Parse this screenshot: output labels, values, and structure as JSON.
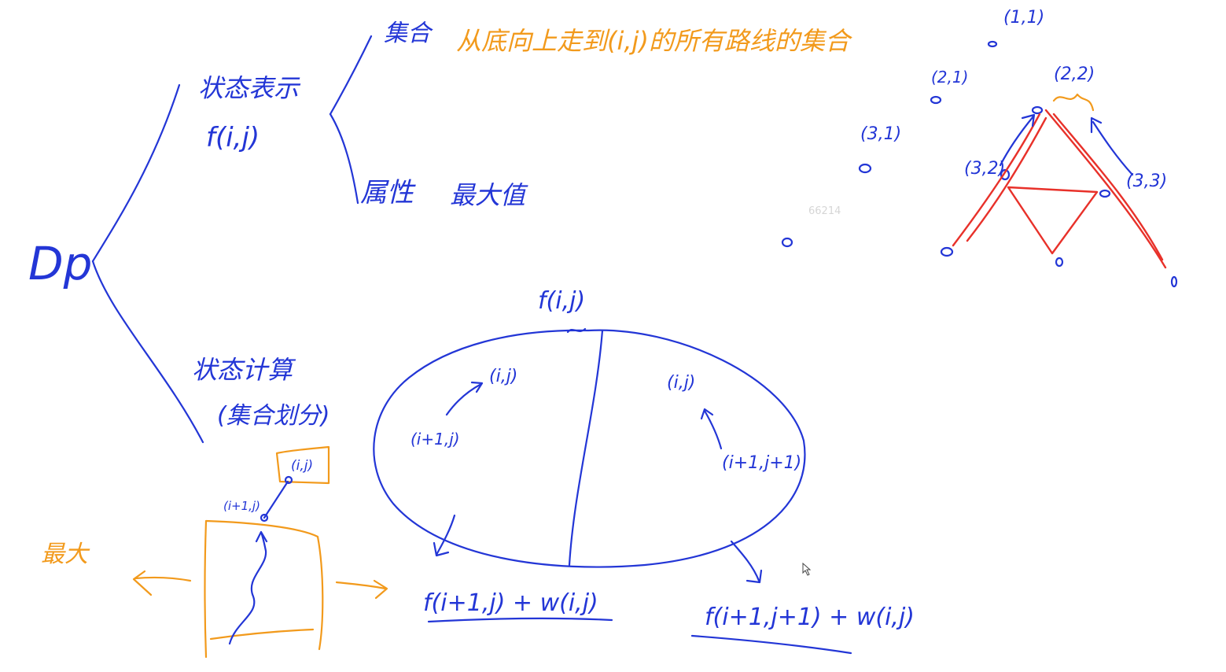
{
  "tree": {
    "root": "Dp",
    "state_repr": {
      "heading": "状态表示",
      "func": "f(i,j)",
      "set_label": "集合",
      "set_desc": "从底向上走到(i,j)的所有路线的集合",
      "attr_label": "属性",
      "attr_desc": "最大值"
    },
    "state_calc": {
      "heading": "状态计算",
      "sub": "(集合划分)"
    }
  },
  "oval": {
    "top_label": "f(i,j)",
    "left_from": "(i+1,j)",
    "left_to": "(i,j)",
    "right_from": "(i+1,j+1)",
    "right_to": "(i,j)",
    "left_formula": "f(i+1,j) + w(i,j)",
    "right_formula": "f(i+1,j+1) + w(i,j)"
  },
  "sketch": {
    "max_label": "最大",
    "top_node": "(i,j)",
    "lower_node": "(i+1,j)"
  },
  "triangle": {
    "nodes": [
      "(1,1)",
      "(2,1)",
      "(2,2)",
      "(3,1)",
      "(3,2)",
      "(3,3)"
    ]
  },
  "watermark": "66214",
  "colors": {
    "ink_blue": "#2336d6",
    "ink_orange": "#f29a1c",
    "ink_red": "#e8312a"
  }
}
